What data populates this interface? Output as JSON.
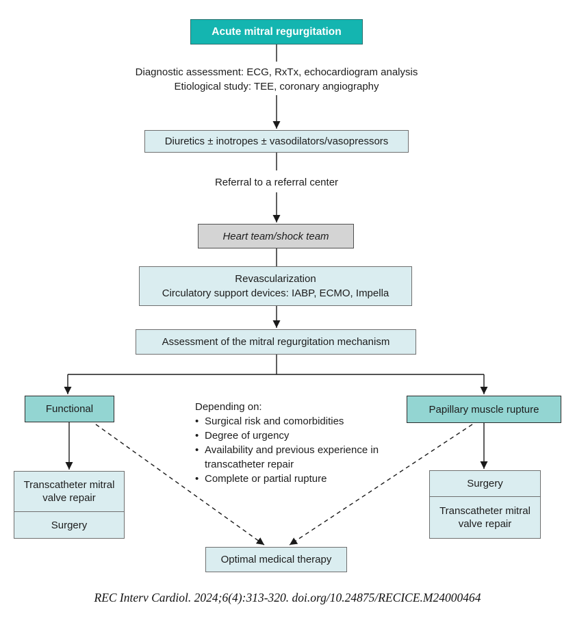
{
  "colors": {
    "teal_header": "#14b5b0",
    "teal_light": "#93d5d2",
    "box_blue": "#daedf0",
    "box_gray": "#d4d4d4",
    "line": "#1a1a1a"
  },
  "nodes": {
    "title": "Acute mitral regurgitation",
    "diagnostic_line1": "Diagnostic assessment: ECG, RxTx, echocardiogram analysis",
    "diagnostic_line2": "Etiological study: TEE, coronary angiography",
    "diuretics": "Diuretics ± inotropes ± vasodilators/vasopressors",
    "referral": "Referral to a referral center",
    "heart_team": "Heart team/shock team",
    "revascularization_line1": "Revascularization",
    "revascularization_line2": "Circulatory support devices: IABP, ECMO, Impella",
    "assessment": "Assessment of the mitral regurgitation mechanism",
    "functional": "Functional",
    "papillary": "Papillary muscle rupture",
    "optimal": "Optimal medical therapy"
  },
  "depending": {
    "heading": "Depending on:",
    "marker": "•",
    "bullets": [
      "Surgical risk and comorbidities",
      "Degree of urgency",
      "Availability and previous experience in transcatheter repair",
      "Complete or partial rupture"
    ]
  },
  "left_branch": {
    "options": [
      "Transcatheter mitral valve repair",
      "Surgery"
    ]
  },
  "right_branch": {
    "options": [
      "Surgery",
      "Transcatheter mitral valve repair"
    ]
  },
  "citation": "REC Interv Cardiol. 2024;6(4):313-320. doi.org/10.24875/RECICE.M24000464"
}
